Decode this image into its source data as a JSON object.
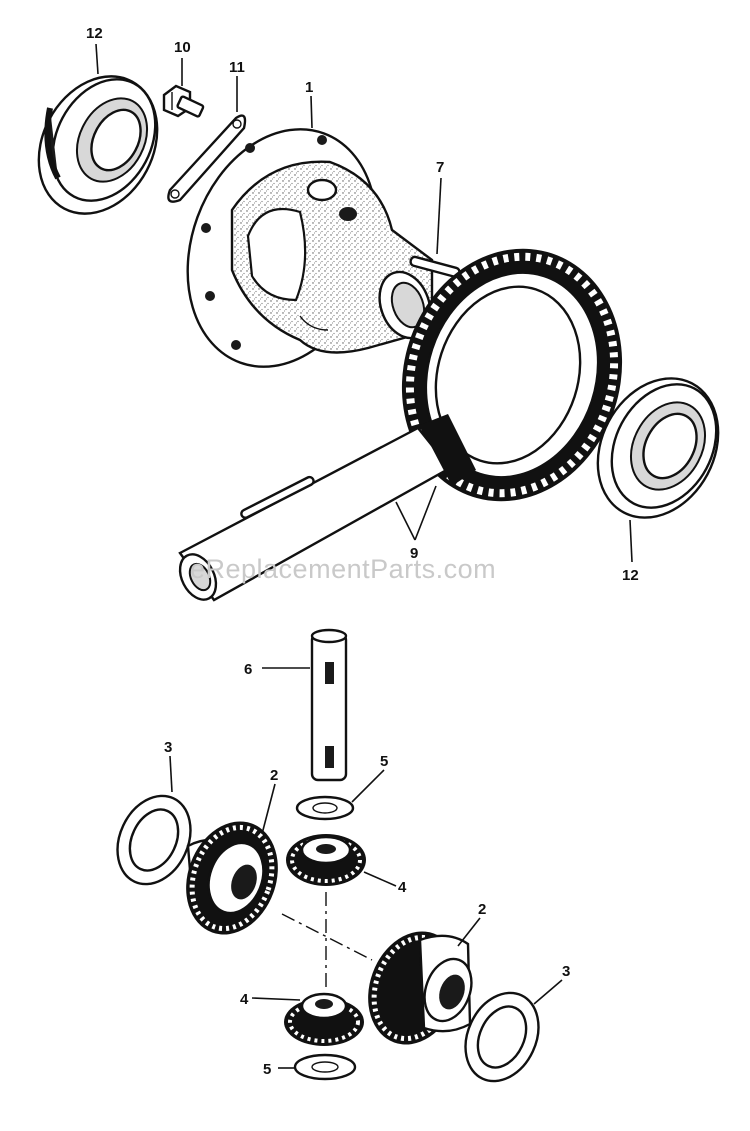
{
  "diagram": {
    "watermark": "eReplacementParts.com",
    "callouts": [
      {
        "id": "c1",
        "text": "1"
      },
      {
        "id": "c7",
        "text": "7"
      },
      {
        "id": "c9",
        "text": "9"
      },
      {
        "id": "c10",
        "text": "10"
      },
      {
        "id": "c11",
        "text": "11"
      },
      {
        "id": "c12a",
        "text": "12"
      },
      {
        "id": "c12b",
        "text": "12"
      },
      {
        "id": "c6",
        "text": "6"
      },
      {
        "id": "c5a",
        "text": "5"
      },
      {
        "id": "c3a",
        "text": "3"
      },
      {
        "id": "c2a",
        "text": "2"
      },
      {
        "id": "c4a",
        "text": "4"
      },
      {
        "id": "c2b",
        "text": "2"
      },
      {
        "id": "c3b",
        "text": "3"
      },
      {
        "id": "c4b",
        "text": "4"
      },
      {
        "id": "c5b",
        "text": "5"
      }
    ]
  }
}
